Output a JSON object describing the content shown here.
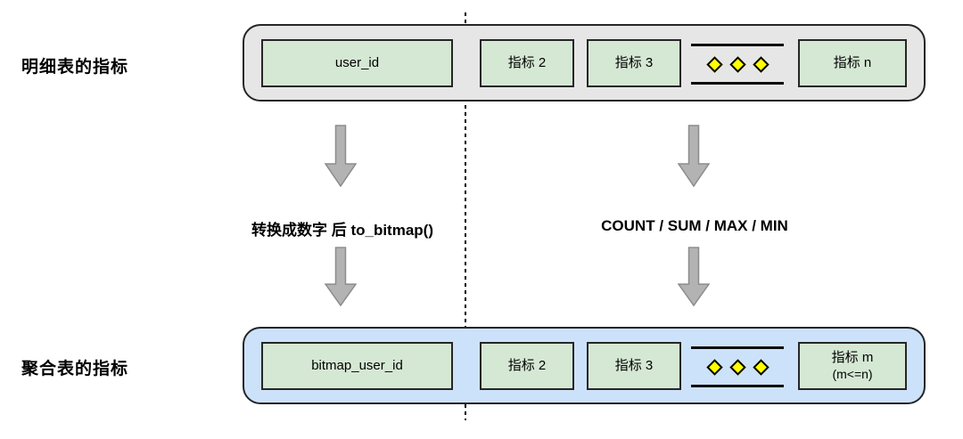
{
  "diagram": {
    "colors": {
      "container_top_fill": "#e6e6e6",
      "container_bottom_fill": "#cce2fa",
      "cell_fill": "#d5e8d4",
      "line_color": "#262626",
      "arrow_fill": "#b3b3b3",
      "arrow_stroke": "#8c8c8c",
      "diamond_fill": "#ffff00",
      "text_color": "#000000"
    },
    "row_top": {
      "label": "明细表的指标",
      "cells": [
        {
          "text": "user_id"
        },
        {
          "text": "指标 2"
        },
        {
          "text": "指标 3"
        },
        {
          "text": "指标 n"
        }
      ]
    },
    "transforms": {
      "left": "转换成数字 后 to_bitmap()",
      "right": "COUNT / SUM / MAX / MIN"
    },
    "row_bottom": {
      "label": "聚合表的指标",
      "cells": [
        {
          "text": "bitmap_user_id"
        },
        {
          "text": "指标 2"
        },
        {
          "text": "指标 3"
        },
        {
          "text": "指标 m",
          "subtext": "(m<=n)"
        }
      ]
    }
  }
}
